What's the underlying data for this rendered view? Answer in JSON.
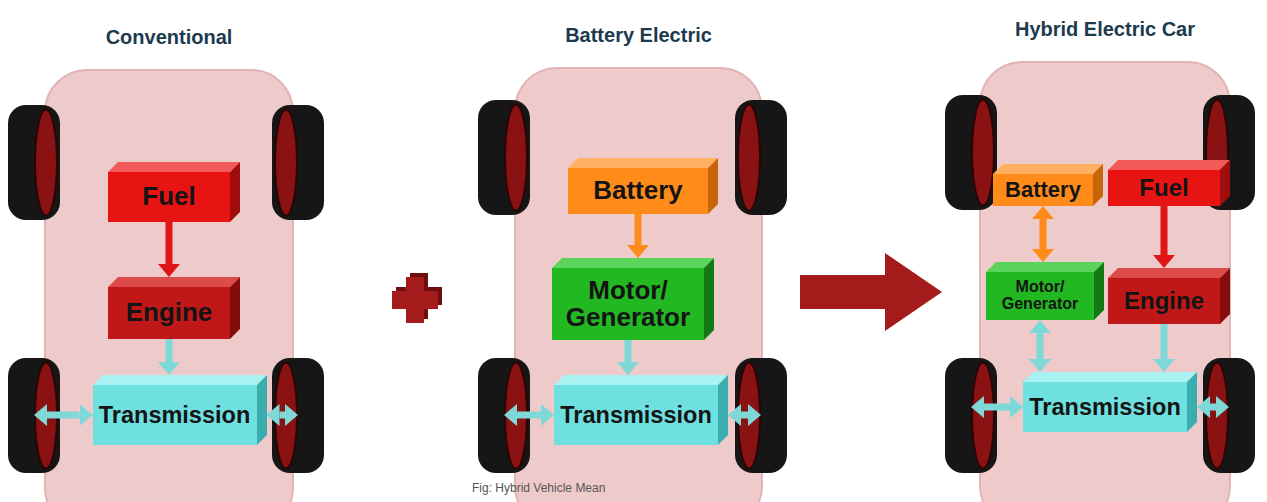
{
  "diagram": {
    "caption": "Fig: Hybrid Vehicle Mean",
    "nodes": [
      {
        "text": [
          "Conventional"
        ]
      },
      {
        "text": [
          "Fuel"
        ],
        "in": 0
      },
      {
        "text": [
          "Engine"
        ],
        "in": 0
      },
      {
        "text": [
          "Transmission"
        ],
        "in": 0
      },
      {
        "text": [
          "Battery Electric"
        ]
      },
      {
        "text": [
          "Battery"
        ],
        "in": 4
      },
      {
        "text": [
          "Motor/ Generator"
        ],
        "in": 4
      },
      {
        "text": [
          "Transmission"
        ],
        "in": 4
      },
      {
        "text": [
          "Hybrid Electric Car"
        ]
      },
      {
        "text": [
          "Battery"
        ],
        "in": 8
      },
      {
        "text": [
          "Fuel"
        ],
        "in": 8
      },
      {
        "text": [
          "Motor/ Generator"
        ],
        "in": 8
      },
      {
        "text": [
          "Engine"
        ],
        "in": 8
      },
      {
        "text": [
          "Transmission"
        ],
        "in": 8
      }
    ],
    "edges": [
      {
        "from": 1,
        "to": 2,
        "arrow": "to"
      },
      {
        "from": 2,
        "to": 3,
        "arrow": "to"
      },
      {
        "from": 5,
        "to": 6,
        "arrow": "to"
      },
      {
        "from": 6,
        "to": 7,
        "arrow": "to"
      },
      {
        "from": 9,
        "to": 11,
        "arrow": "both"
      },
      {
        "from": 10,
        "to": 12,
        "arrow": "to"
      },
      {
        "from": 11,
        "to": 13,
        "arrow": "both"
      },
      {
        "from": 12,
        "to": 13,
        "arrow": "to"
      }
    ]
  }
}
